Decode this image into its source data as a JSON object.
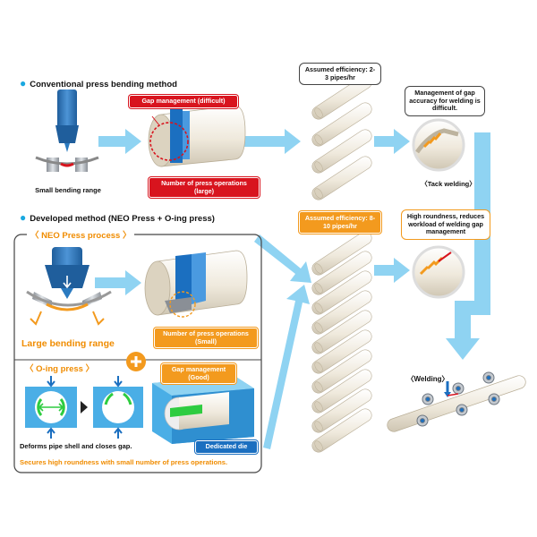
{
  "conventional": {
    "title": "Conventional press bending method",
    "small_bending_range": "Small bending range",
    "gap_management": "Gap management (difficult)",
    "press_operations": "Number of press operations (large)",
    "efficiency": "Assumed efficiency: 2-3 pipes/hr",
    "gap_accuracy_note": "Management of gap accuracy for welding is difficult.",
    "tack_welding": "〈Tack welding〉"
  },
  "developed": {
    "title": "Developed method (NEO Press + O-ing press)",
    "neo_press_process": "NEO Press process",
    "large_bending_range": "Large bending range",
    "press_operations": "Number of press operations (Small)",
    "efficiency": "Assumed efficiency: 8-10 pipes/hr",
    "roundness_note": "High roundness, reduces workload of welding gap management",
    "oing_press": "O-ing press",
    "gap_management": "Gap management (Good)",
    "deforms": "Deforms pipe shell and closes gap.",
    "dedicated_die": "Dedicated die",
    "secures": "Secures high roundness with small number of press operations.",
    "welding": "〈Welding〉"
  },
  "colors": {
    "accent_blue": "#19a8e0",
    "arrow_blue": "#8fd3f2",
    "red": "#d8141e",
    "orange": "#f39a1e",
    "die_blue": "#1b6fc0",
    "pipe": "#efe9dc"
  }
}
